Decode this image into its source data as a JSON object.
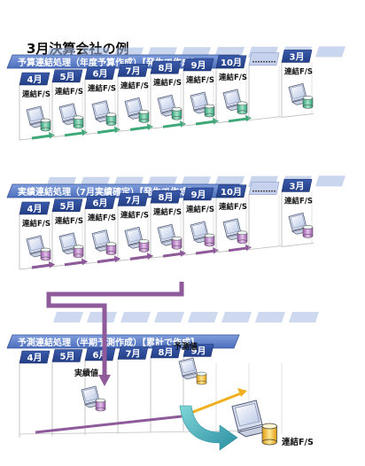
{
  "title": "3月決算会社の例",
  "sections": [
    {
      "banner": "予算連結処理（年度予算作成）【発生で作成】",
      "months": [
        "4月",
        "5月",
        "6月",
        "7月",
        "8月",
        "9月",
        "10月",
        "………",
        "3月"
      ],
      "cell_label": "連結F/S",
      "dots": "………"
    },
    {
      "banner": "実績連結処理（7月実績確定）【発生で作成】",
      "months": [
        "4月",
        "5月",
        "6月",
        "7月",
        "8月",
        "9月",
        "10月",
        "………",
        "3月"
      ],
      "cell_label": "連結F/S",
      "dots": "………"
    },
    {
      "banner": "予測連結処理（半期予測作成）【累計で作成】",
      "months": [
        "4月",
        "5月",
        "6月",
        "7月",
        "8月",
        "9月"
      ],
      "actual_label": "実績値",
      "forecast_label": "予測値",
      "output_label": "連結F/S"
    }
  ],
  "colors": {
    "month_tab": "#2f4f9a",
    "banner": "#5a7cc6",
    "green_arrow": "#3ea878",
    "purple_arrow": "#8e5a9a",
    "yellow_arrow": "#f0b020",
    "teal_arrow": "#3ab0b8"
  },
  "icons": [
    "computer-icon",
    "database-icon"
  ]
}
